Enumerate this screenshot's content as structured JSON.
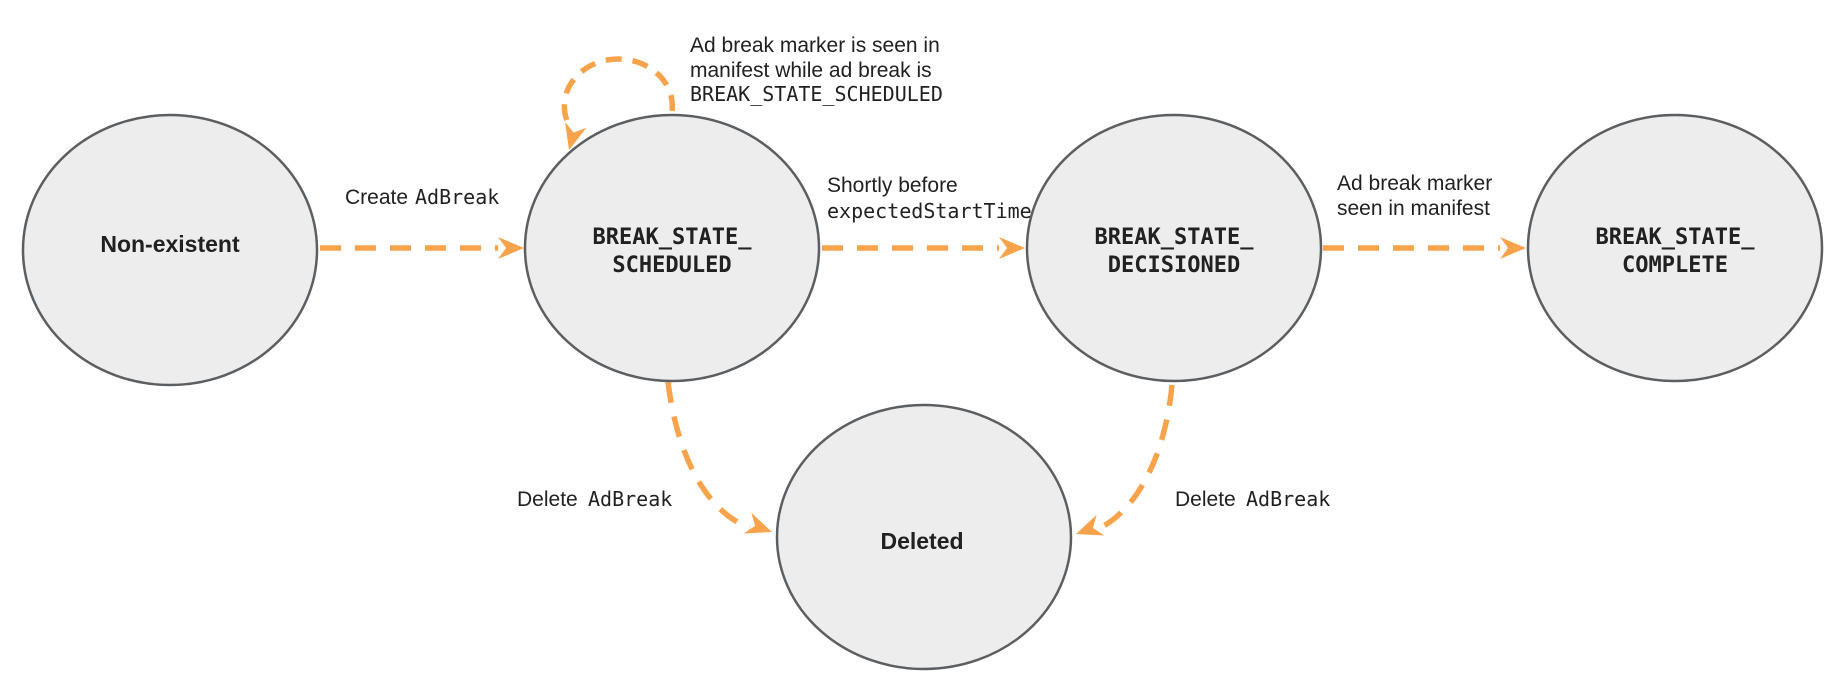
{
  "colors": {
    "arrow": "#F7A34C",
    "node-fill": "#EDEDED",
    "node-stroke": "#5C5F62",
    "text": "#212121"
  },
  "states": [
    {
      "id": "non-existent",
      "label": "Non-existent"
    },
    {
      "id": "break-state-scheduled",
      "lines": [
        "BREAK_STATE_",
        "SCHEDULED"
      ]
    },
    {
      "id": "break-state-decisioned",
      "lines": [
        "BREAK_STATE_",
        "DECISIONED"
      ]
    },
    {
      "id": "break-state-complete",
      "lines": [
        "BREAK_STATE_",
        "COMPLETE"
      ]
    },
    {
      "id": "deleted",
      "label": "Deleted"
    }
  ],
  "transitions": {
    "create": {
      "plain": "Create",
      "code": "AdBreak"
    },
    "self_loop": {
      "lines": [
        "Ad break marker is seen in",
        "manifest while ad break is"
      ],
      "code_line": "BREAK_STATE_SCHEDULED"
    },
    "decision": {
      "plain": "Shortly before",
      "code_line": "expectedStartTime"
    },
    "complete": {
      "lines": [
        "Ad break marker",
        "seen in manifest"
      ]
    },
    "delete_scheduled": {
      "plain": "Delete",
      "code": "AdBreak"
    },
    "delete_decisioned": {
      "plain": "Delete",
      "code": "AdBreak"
    }
  }
}
